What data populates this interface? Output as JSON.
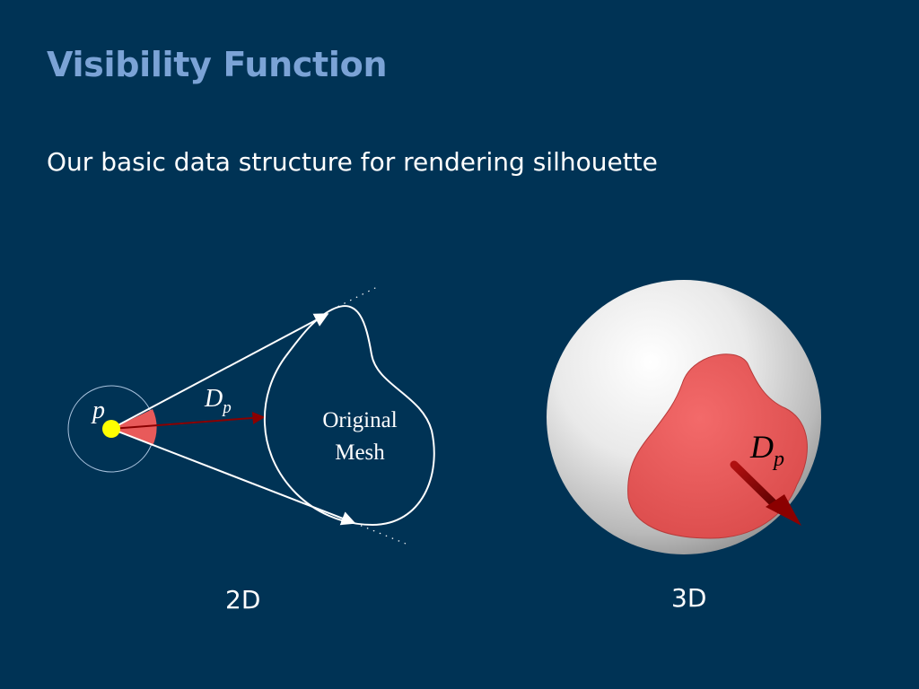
{
  "slide": {
    "title": "Visibility Function",
    "subtitle": "Our basic data structure for rendering silhouette"
  },
  "diagram_2d": {
    "point_label": "p",
    "direction_label_main": "D",
    "direction_label_sub": "p",
    "mesh_label_line1": "Original",
    "mesh_label_line2": "Mesh",
    "caption": "2D"
  },
  "diagram_3d": {
    "direction_label_main": "D",
    "direction_label_sub": "p",
    "caption": "3D"
  },
  "colors": {
    "background": "#003355",
    "title": "#7BA3D6",
    "visible_region": "#E85A5A",
    "point": "#FFFF00",
    "direction_arrow": "#8B0000"
  }
}
